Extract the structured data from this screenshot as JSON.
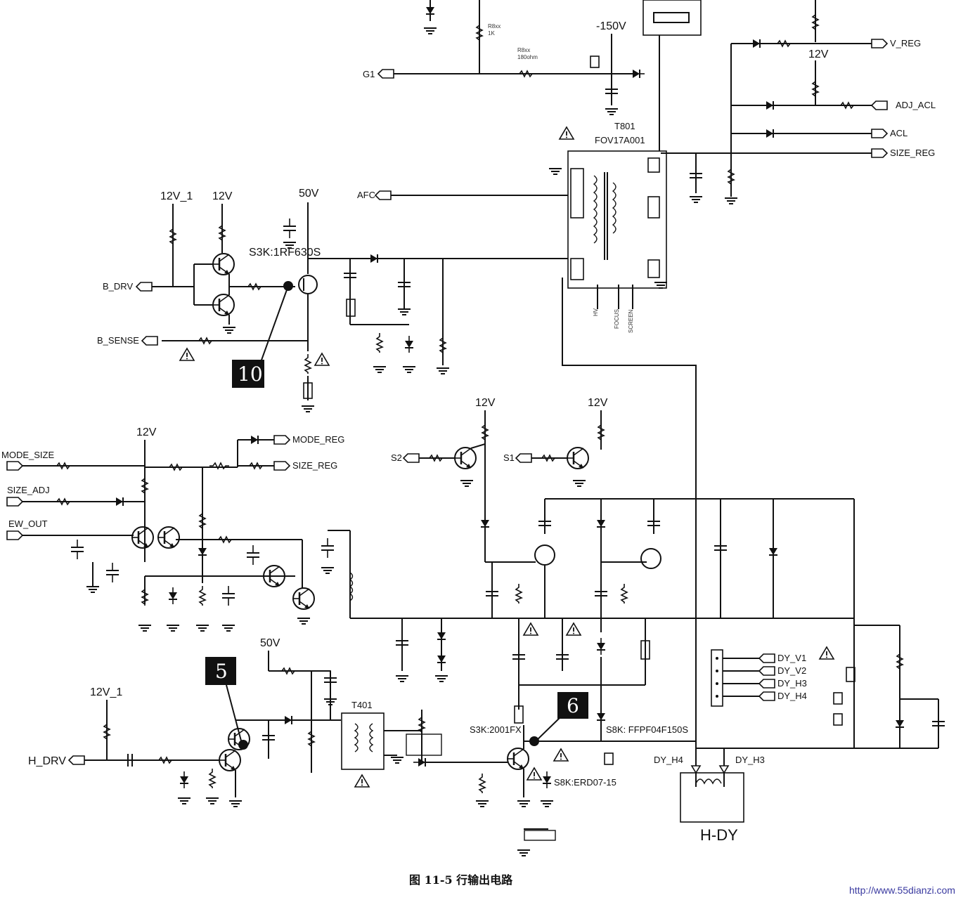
{
  "caption": "图 11-5   行输出电路",
  "watermark": "http://www.55dianzi.com",
  "supplies": {
    "v_neg150": "-150V",
    "v12_top": "12V",
    "v12_1_a": "12V_1",
    "v12_a": "12V",
    "v50_a": "50V",
    "v12_b": "12V",
    "v12_c": "12V",
    "v12_d": "12V",
    "v50_b": "50V",
    "v12_1_b": "12V_1"
  },
  "ports": {
    "g1": "G1",
    "v_reg": "V_REG",
    "adj_acl": "ADJ_ACL",
    "acl": "ACL",
    "size_reg": "SIZE_REG",
    "afc": "AFC",
    "b_drv": "B_DRV",
    "b_sense": "B_SENSE",
    "mode_reg": "MODE_REG",
    "size_reg2": "SIZE_REG",
    "mode_size": "MODE_SIZE",
    "size_adj": "SIZE_ADJ",
    "ew_out": "EW_OUT",
    "s2": "S2",
    "s1": "S1",
    "dy_v1": "DY_V1",
    "dy_v2": "DY_V2",
    "dy_h3": "DY_H3",
    "dy_h4": "DY_H4",
    "h_drv": "H_DRV"
  },
  "parts": {
    "t801": "T801",
    "fbt": "FOV17A001",
    "q_b": "S3K:1RF630S",
    "q_h": "S3K:2001FX",
    "d_damp": "S8K: FFPF04F150S",
    "d_erd": "S8K:ERD07-15",
    "t401": "T401",
    "hv": "HV",
    "focus": "FOCUS",
    "screen": "SCREEN"
  },
  "yoke": {
    "title": "H-DY",
    "left_pin": "DY_H4",
    "right_pin": "DY_H3"
  },
  "badges": {
    "b10": "10",
    "b5": "5",
    "b6": "6"
  }
}
